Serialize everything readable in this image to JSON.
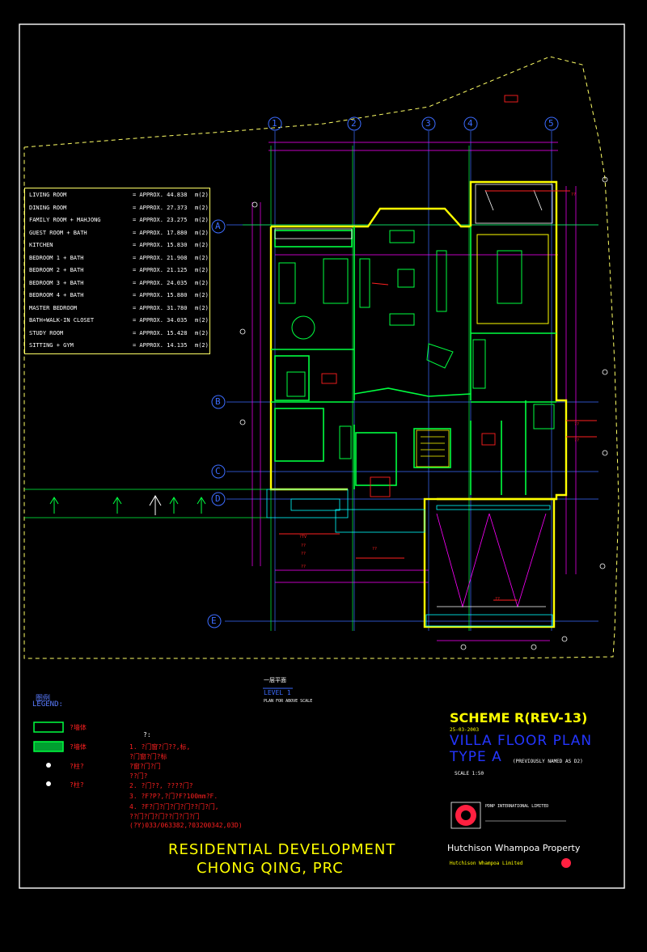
{
  "sheet": {
    "grid_top": [
      "1",
      "2",
      "3",
      "4",
      "5"
    ],
    "grid_side": [
      "A",
      "B",
      "C",
      "D",
      "E"
    ]
  },
  "area_schedule": [
    {
      "room": "LIVING ROOM",
      "area": "= APPROX. 44.838",
      "unit": "m(2)"
    },
    {
      "room": "DINING ROOM",
      "area": "= APPROX. 27.373",
      "unit": "m(2)"
    },
    {
      "room": "FAMILY ROOM + MAHJONG",
      "area": "= APPROX. 23.275",
      "unit": "m(2)"
    },
    {
      "room": "GUEST ROOM + BATH",
      "area": "= APPROX. 17.880",
      "unit": "m(2)"
    },
    {
      "room": "KITCHEN",
      "area": "= APPROX. 15.830",
      "unit": "m(2)"
    },
    {
      "room": "BEDROOM 1 + BATH",
      "area": "= APPROX. 21.908",
      "unit": "m(2)"
    },
    {
      "room": "BEDROOM 2 + BATH",
      "area": "= APPROX. 21.125",
      "unit": "m(2)"
    },
    {
      "room": "BEDROOM 3 + BATH",
      "area": "= APPROX. 24.035",
      "unit": "m(2)"
    },
    {
      "room": "BEDROOM 4 + BATH",
      "area": "= APPROX. 15.880",
      "unit": "m(2)"
    },
    {
      "room": "MASTER BEDROOM",
      "area": "= APPROX. 31.780",
      "unit": "m(2)"
    },
    {
      "room": "BATH+WALK-IN CLOSET",
      "area": "= APPROX. 34.035",
      "unit": "m(2)"
    },
    {
      "room": "STUDY ROOM",
      "area": "= APPROX. 15.428",
      "unit": "m(2)"
    },
    {
      "room": "SITTING + GYM",
      "area": "= APPROX. 14.135",
      "unit": "m(2)"
    }
  ],
  "legend": {
    "title_cn": "图例",
    "title": "LEGEND:",
    "items": [
      "?墙体",
      "?墙体",
      "?柱?",
      "?柱?"
    ]
  },
  "notes": {
    "header": "?:",
    "lines": [
      "1.  ?门窗?门??,标,",
      "    ?门窗?门?标",
      "    ?窗?门?门",
      "    ??门?",
      "2.  ?门??,  ????门?",
      "3.  ?F?P?,?门?F?100mm?F.",
      "4.  ?F?门?门?门?门??门?门,",
      "    ??门?门?门??门?门?门",
      "    (?Y)033/063382,?03200342,03D)"
    ]
  },
  "title_block": {
    "scheme": "SCHEME R(REV-13)",
    "date": "25-03-2003",
    "villa": "VILLA FLOOR PLAN",
    "type": "TYPE  A",
    "previously": "(PREVIOUSLY NAMED AS D2)",
    "scale": "SCALE 1:50",
    "firm": "PDNP INTERNATIONAL LIMITED",
    "project": "RESIDENTIAL   DEVELOPMENT",
    "location": "CHONG   QING,   PRC",
    "client": "Hutchison Whampoa Property",
    "client_sub": "Hutchison Whampoa Limited",
    "mini_title": "一层平面",
    "mini_subtitle": "LEVEL 1",
    "mini_note": "PLAN FOR ABOVE SCALE"
  },
  "colors": {
    "background": "#000000",
    "border": "#ffffff",
    "wall_yellow": "#ffff00",
    "wall_green": "#00ff40",
    "grid_blue": "#3c6cff",
    "dim_magenta": "#ff00ff",
    "annotation_red": "#ff2020",
    "cyan": "#00ffff"
  }
}
